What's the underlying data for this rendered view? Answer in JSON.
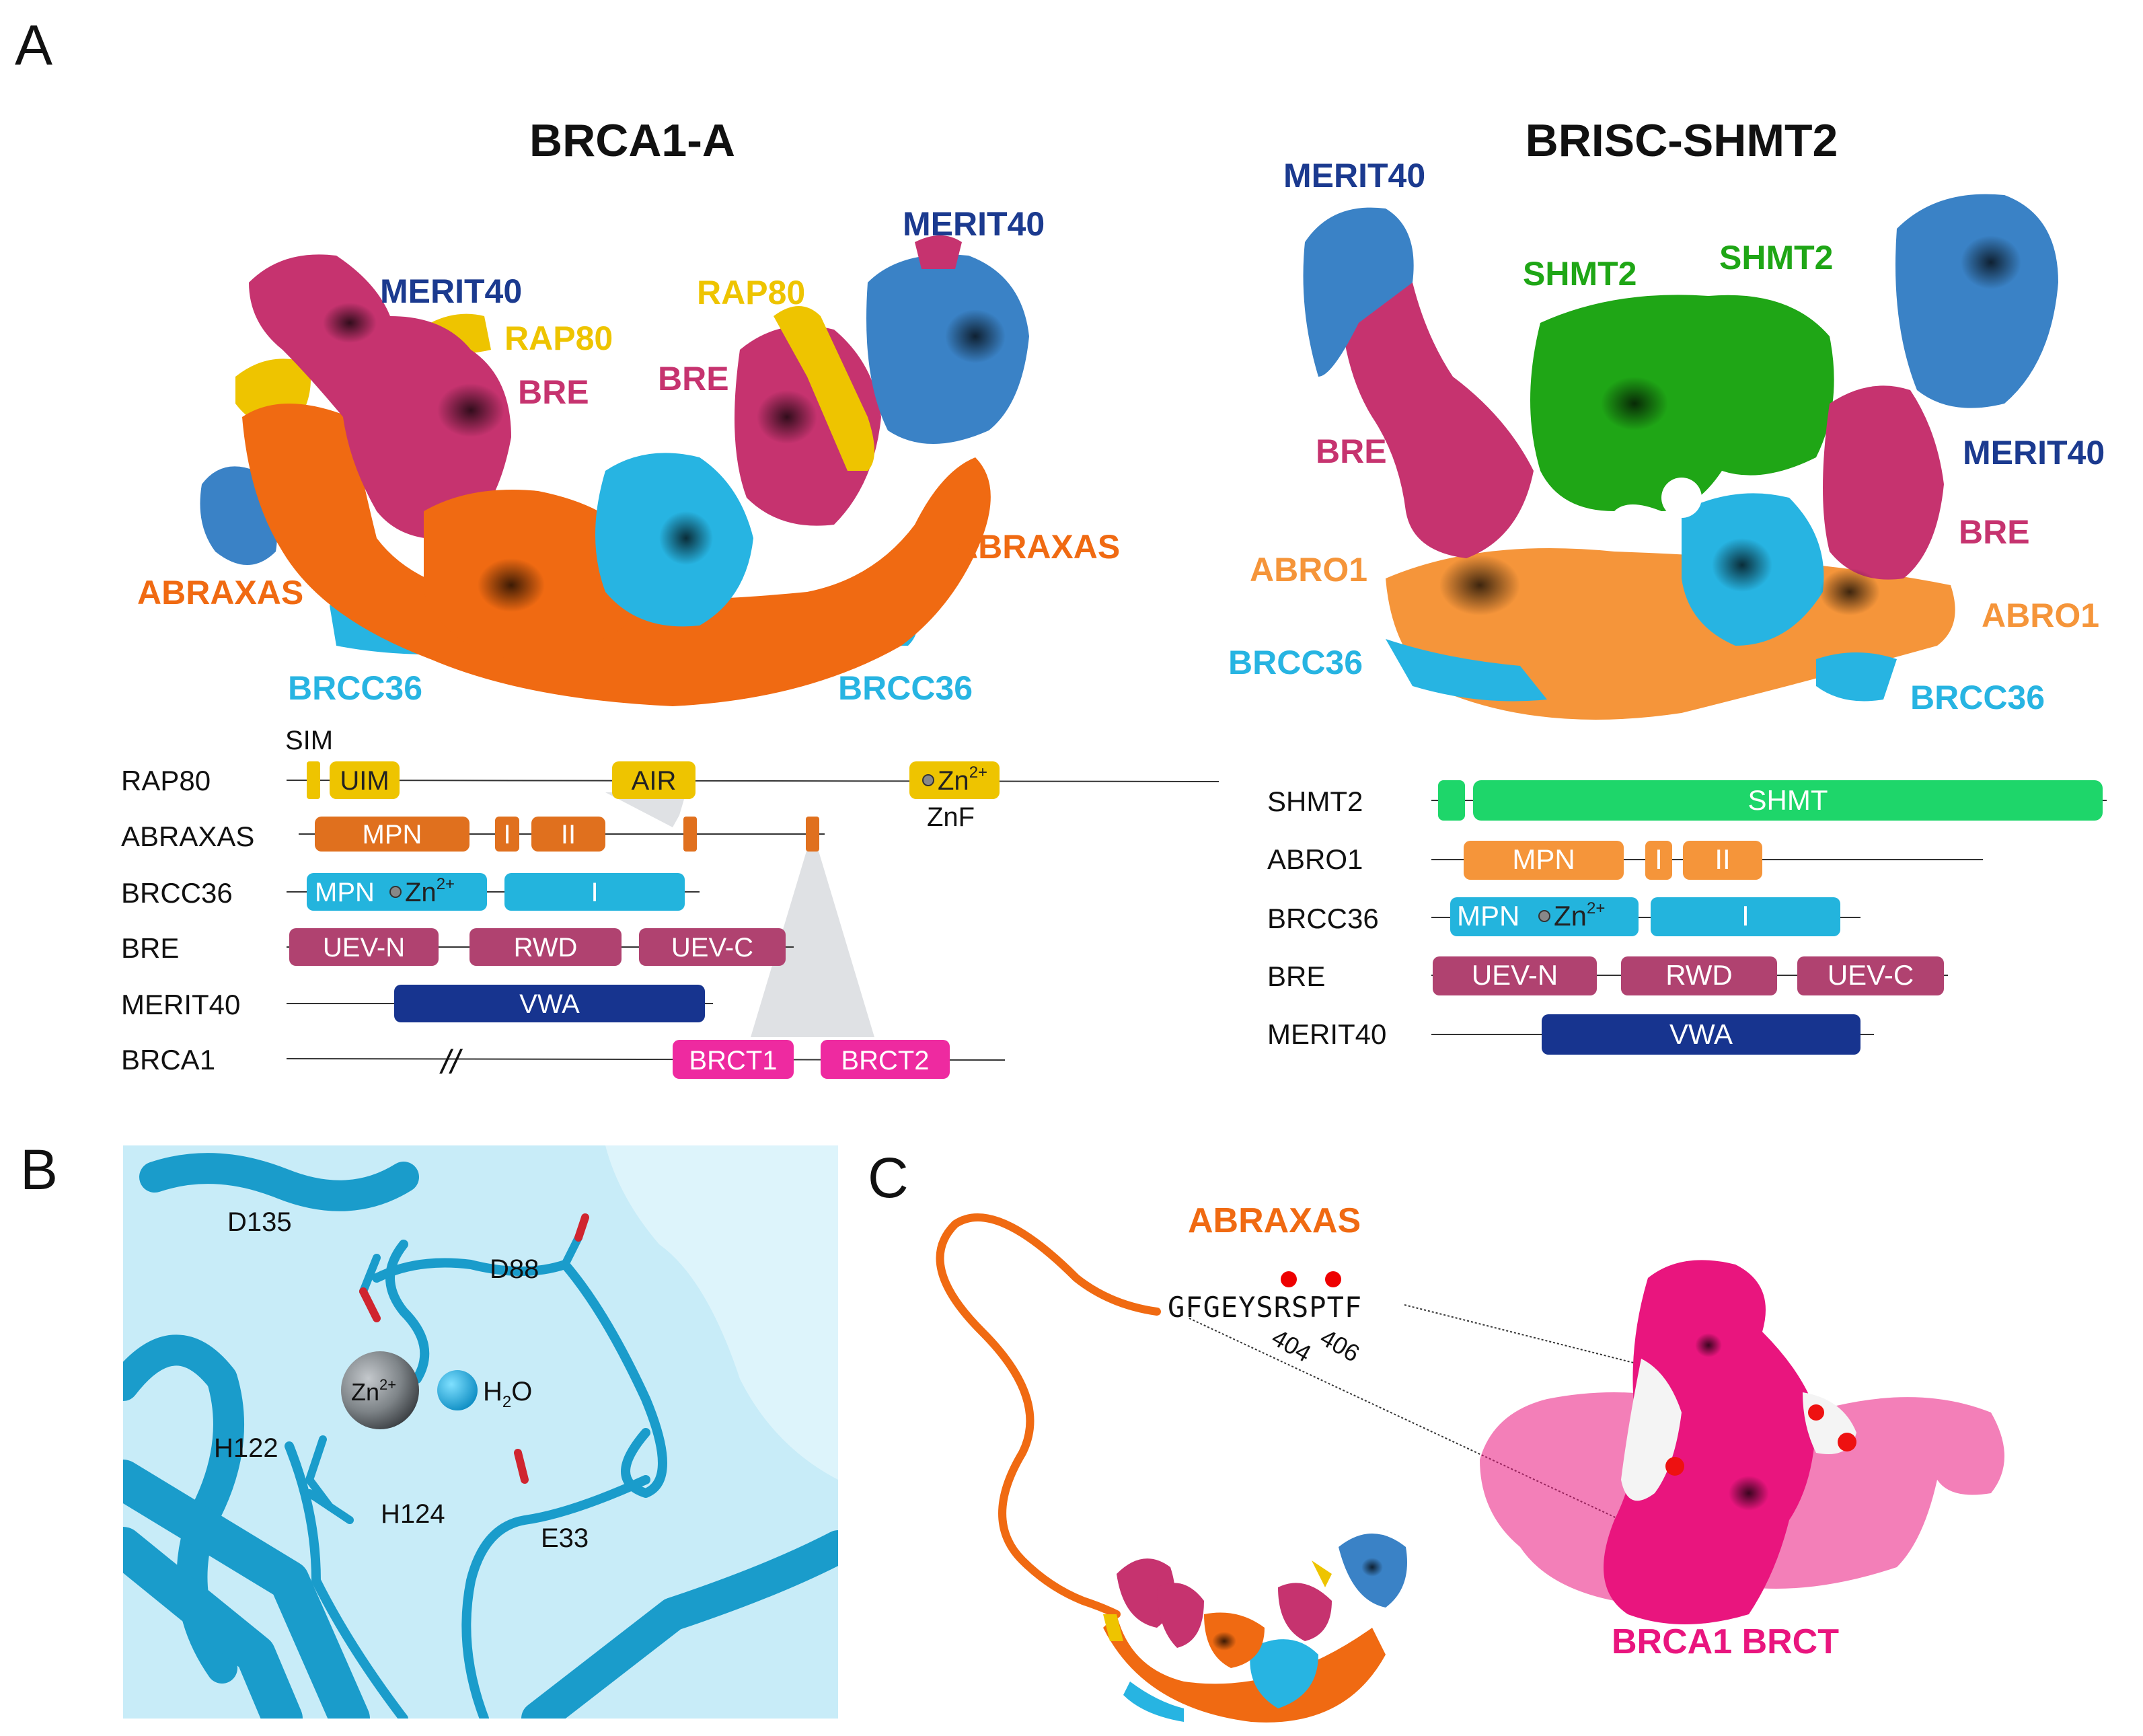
{
  "panels": {
    "a": "A",
    "b": "B",
    "c": "C"
  },
  "titles": {
    "brca1a": "BRCA1-A",
    "brisc": "BRISC-SHMT2"
  },
  "labels_left": {
    "merit40_l": "MERIT40",
    "merit40_r": "MERIT40",
    "rap80_l": "RAP80",
    "rap80_r": "RAP80",
    "bre_l": "BRE",
    "bre_r": "BRE",
    "abraxas_l": "ABRAXAS",
    "abraxas_r": "ABRAXAS",
    "brcc36_l": "BRCC36",
    "brcc36_r": "BRCC36"
  },
  "labels_right": {
    "merit40_l": "MERIT40",
    "merit40_r": "MERIT40",
    "shmt2_l": "SHMT2",
    "shmt2_r": "SHMT2",
    "bre_l": "BRE",
    "bre_r": "BRE",
    "abro1_l": "ABRO1",
    "abro1_r": "ABRO1",
    "brcc36_l": "BRCC36",
    "brcc36_r": "BRCC36"
  },
  "domains_left": {
    "sim": "SIM",
    "znf": "ZnF",
    "break_mark": "//",
    "rows": {
      "rap80": "RAP80",
      "abraxas": "ABRAXAS",
      "brcc36": "BRCC36",
      "bre": "BRE",
      "merit40": "MERIT40",
      "brca1": "BRCA1"
    },
    "boxes": {
      "uim": "UIM",
      "air": "AIR",
      "zn": "Zn",
      "mpn_abx": "MPN",
      "i_abx": "I",
      "ii_abx": "II",
      "mpn_brcc": "MPN",
      "zn_brcc": "Zn",
      "i_brcc": "I",
      "uevn": "UEV-N",
      "rwd": "RWD",
      "uevc": "UEV-C",
      "vwa": "VWA",
      "brct1": "BRCT1",
      "brct2": "BRCT2"
    },
    "charge": "2+"
  },
  "domains_right": {
    "rows": {
      "shmt2": "SHMT2",
      "abro1": "ABRO1",
      "brcc36": "BRCC36",
      "bre": "BRE",
      "merit40": "MERIT40"
    },
    "boxes": {
      "shmt": "SHMT",
      "mpn_abro": "MPN",
      "i_abro": "I",
      "ii_abro": "II",
      "mpn_brcc": "MPN",
      "zn_brcc": "Zn",
      "i_brcc": "I",
      "uevn": "UEV-N",
      "rwd": "RWD",
      "uevc": "UEV-C",
      "vwa": "VWA"
    },
    "charge": "2+"
  },
  "panel_b": {
    "d135": "D135",
    "d88": "D88",
    "zn": "Zn",
    "zn_charge": "2+",
    "h2o_h": "H",
    "h2o_sub": "2",
    "h2o_o": "O",
    "h122": "H122",
    "h124": "H124",
    "e33": "E33"
  },
  "panel_c": {
    "abraxas": "ABRAXAS",
    "sequence": "GFGEYSRSPTF",
    "res404": "404",
    "res406": "406",
    "brct": "BRCA1 BRCT"
  },
  "colors": {
    "orange": "#f06a12",
    "light_orange": "#f5953a",
    "cyan": "#27b4e2",
    "magenta": "#c6336f",
    "navy": "#1b3a8f",
    "blue": "#3a82c6",
    "yellow": "#eec400",
    "green": "#1fa616",
    "shmt_green": "#1ed66a",
    "domain_orange": "#e0701e",
    "domain_cyan": "#23b4dd",
    "domain_bre": "#b04270",
    "domain_navy": "#17348f",
    "brct_pink": "#ee2aa0",
    "brct_surface": "#e9157e",
    "panel_b_bg": "#c8ecf8",
    "panel_b_ribbon": "#1a9ccb"
  }
}
